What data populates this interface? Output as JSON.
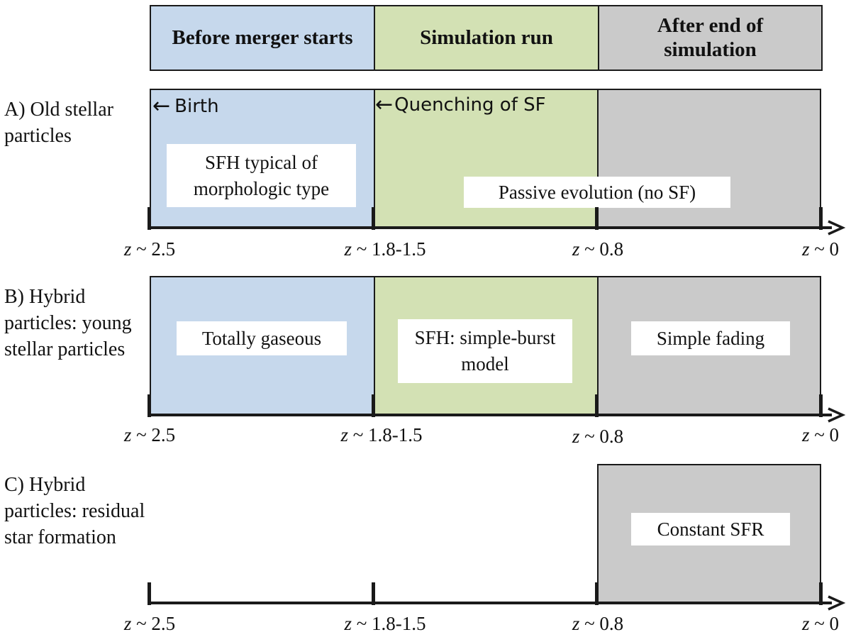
{
  "header": {
    "before": "Before merger starts",
    "run": "Simulation run",
    "after": "After end of simulation"
  },
  "rows": {
    "a": {
      "label": "A) Old stellar particles",
      "birth": "Birth",
      "quench": "Quenching of SF",
      "sfh_box": "SFH typical of morphologic type",
      "passive_box": "Passive evolution (no SF)"
    },
    "b": {
      "label": "B) Hybrid particles: young stellar particles",
      "gas_box": "Totally gaseous",
      "burst_box": "SFH: simple-burst model",
      "fade_box": "Simple fading"
    },
    "c": {
      "label": "C) Hybrid particles: residual star formation",
      "sfr_box": "Constant SFR"
    }
  },
  "axis": {
    "z_symbol": "z",
    "ticks": [
      "~ 2.5",
      "~ 1.8-1.5",
      "~ 0.8",
      "~ 0"
    ]
  },
  "colors": {
    "before": "#c6d8ec",
    "run": "#d3e1b4",
    "after": "#cacaca",
    "line": "#1a1a1a"
  }
}
